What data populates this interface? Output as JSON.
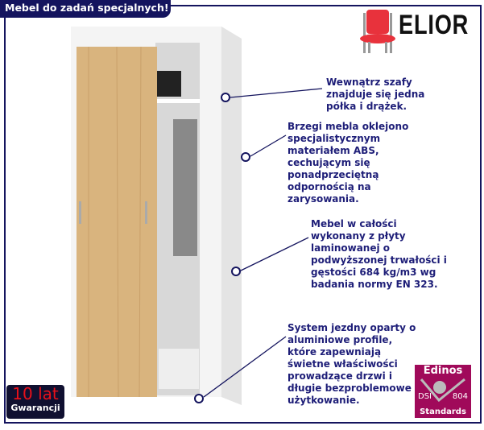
{
  "banner": {
    "title": "Mebel do zadań specjalnych!"
  },
  "brand": {
    "name": "ELIOR"
  },
  "callouts": [
    {
      "text": "Wewnątrz szafy znajduje się jedna półka i drążek."
    },
    {
      "text": "Brzegi mebla oklejono specjalistycznym materiałem ABS, cechującym się ponadprzeciętną odpornością na zarysowania."
    },
    {
      "text": "Mebel w całości wykonany z płyty laminowanej o podwyższonej trwałości i gęstości 684 kg/m3 wg badania normy EN 323."
    },
    {
      "text": "System jezdny oparty o aluminiowe profile, które zapewniają świetne właściwości prowadzące drzwi i długie bezproblemowe użytkowanie."
    }
  ],
  "warranty": {
    "years": "10 lat",
    "label": "Gwarancji"
  },
  "certificate": {
    "brand": "Edinos",
    "left": "DSI",
    "right": "804",
    "label": "Standards"
  },
  "colors": {
    "navy": "#14145e",
    "oak": "#d9b47e",
    "cert": "#a00a5a"
  }
}
